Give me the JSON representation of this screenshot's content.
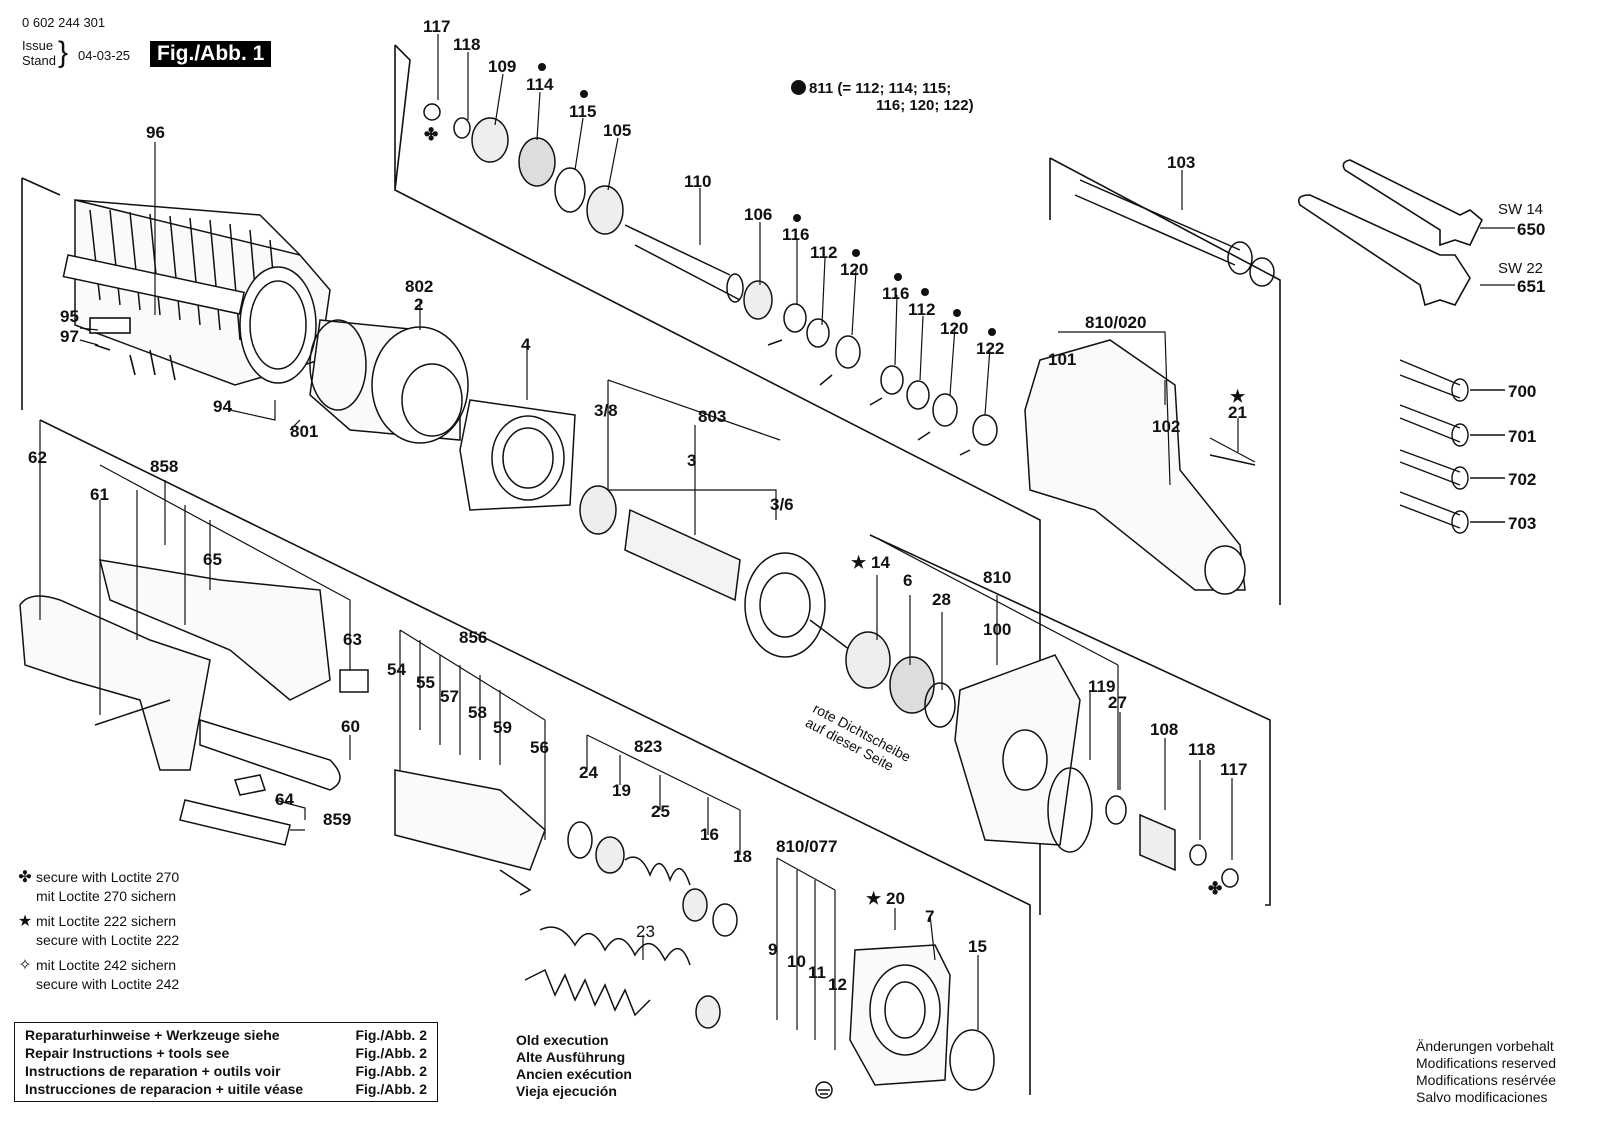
{
  "header": {
    "doc_number": "0 602 244 301",
    "issue_label": "Issue",
    "stand_label": "Stand",
    "date": "04-03-25",
    "figure_badge": "Fig./Abb. 1"
  },
  "note_811": {
    "line1": "811 (= 112; 114; 115;",
    "line2": "116; 120; 122)"
  },
  "wrench_sizes": {
    "sw14": "SW 14",
    "sw22": "SW 22"
  },
  "seal_note": {
    "line1": "rote Dichtscheibe",
    "line2": "auf dieser Seite"
  },
  "legend": [
    {
      "symbol": "✤",
      "line1": "secure with Loctite 270",
      "line2": "mit Loctite 270 sichern"
    },
    {
      "symbol": "★",
      "line1": "mit Loctite 222 sichern",
      "line2": "secure with Loctite 222"
    },
    {
      "symbol": "✧",
      "line1": "mit Loctite 242 sichern",
      "line2": "secure with Loctite 242"
    }
  ],
  "repair_box": [
    {
      "text": "Reparaturhinweise + Werkzeuge siehe",
      "ref": "Fig./Abb. 2"
    },
    {
      "text": "Repair Instructions + tools see",
      "ref": "Fig./Abb. 2"
    },
    {
      "text": "Instructions de reparation + outils voir",
      "ref": "Fig./Abb. 2"
    },
    {
      "text": "Instrucciones de reparacion + uitile véase",
      "ref": "Fig./Abb. 2"
    }
  ],
  "old_execution": [
    "Old execution",
    "Alte Ausführung",
    "Ancien exécution",
    "Vieja ejecución"
  ],
  "modifications": [
    "Änderungen vorbehalt",
    "Modifications reserved",
    "Modifications resérvée",
    "Salvo modificaciones"
  ],
  "part_labels": {
    "p117a": "117",
    "p118a": "118",
    "p109": "109",
    "p114": "114",
    "p115": "115",
    "p105": "105",
    "p110": "110",
    "p106": "106",
    "p116a": "116",
    "p112a": "112",
    "p120a": "120",
    "p116b": "116",
    "p112b": "112",
    "p120b": "120",
    "p122": "122",
    "p103": "103",
    "p650": "650",
    "p651": "651",
    "p96": "96",
    "p95": "95",
    "p97": "97",
    "p94": "94",
    "p801": "801",
    "p802": "802",
    "p2": "2",
    "p4": "4",
    "p3_8": "3/8",
    "p803": "803",
    "p3_6": "3/6",
    "p3": "3",
    "p810_020": "810/020",
    "p101": "101",
    "p102": "102",
    "p21": "21",
    "p700": "700",
    "p701": "701",
    "p702": "702",
    "p703": "703",
    "p62": "62",
    "p61": "61",
    "p858": "858",
    "p65": "65",
    "p63": "63",
    "p856": "856",
    "p54": "54",
    "p55": "55",
    "p57": "57",
    "p58": "58",
    "p59": "59",
    "p56": "56",
    "p60": "60",
    "p64": "64",
    "p859": "859",
    "p14": "14",
    "p6": "6",
    "p28": "28",
    "p810": "810",
    "p100": "100",
    "p119": "119",
    "p27": "27",
    "p108": "108",
    "p118b": "118",
    "p117b": "117",
    "p823": "823",
    "p24": "24",
    "p19": "19",
    "p25": "25",
    "p16": "16",
    "p18": "18",
    "p810_077": "810/077",
    "p20": "20",
    "p7": "7",
    "p15": "15",
    "p23": "23",
    "p9": "9",
    "p10": "10",
    "p11": "11",
    "p12": "12"
  }
}
